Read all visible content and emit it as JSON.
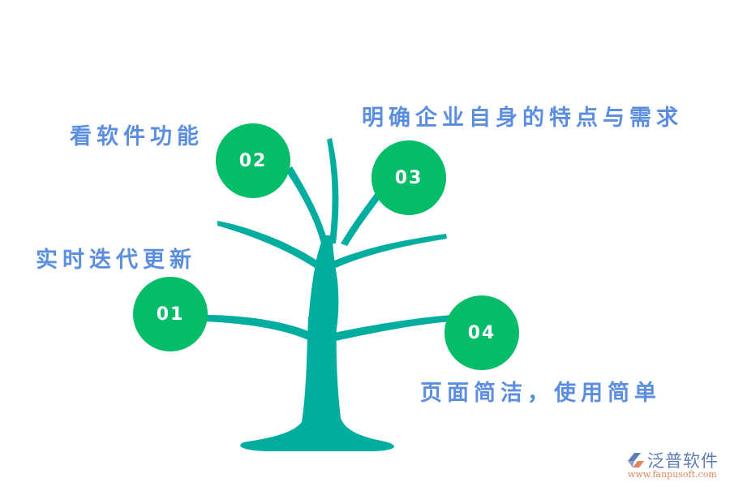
{
  "diagram": {
    "type": "tree-infographic",
    "trunk_color": "#00ad9f",
    "node_color": "#05bc68",
    "label_color": "#5b8ee0",
    "nodes": [
      {
        "number": "01",
        "label": "实时迭代更新"
      },
      {
        "number": "02",
        "label": "看软件功能"
      },
      {
        "number": "03",
        "label": "明确企业自身的特点与需求"
      },
      {
        "number": "04",
        "label": "页面简洁，使用简单"
      }
    ]
  },
  "watermark": {
    "brand": "泛普软件",
    "url": "www.fanpusoft.com"
  }
}
